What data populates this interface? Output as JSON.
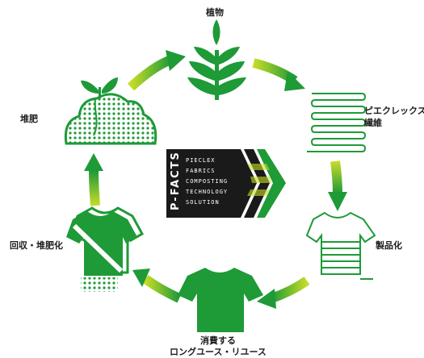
{
  "stages": {
    "plant": "植物",
    "fiber": [
      "ピエクレックス",
      "繊維"
    ],
    "product": "製品化",
    "consume": [
      "消費する",
      "ロングユース・リユース"
    ],
    "collect": "回収・堆肥化",
    "compost": "堆肥"
  },
  "badge": {
    "title": "P-FACTS",
    "lines": [
      "PIECLEX",
      "FABRICS",
      "COMPOSTING",
      "TECHNOLOGY",
      "SOLUTION"
    ]
  },
  "colors": {
    "green": "#1e9a37",
    "lime": "#c8dc28",
    "dark": "#1a1a1a"
  }
}
